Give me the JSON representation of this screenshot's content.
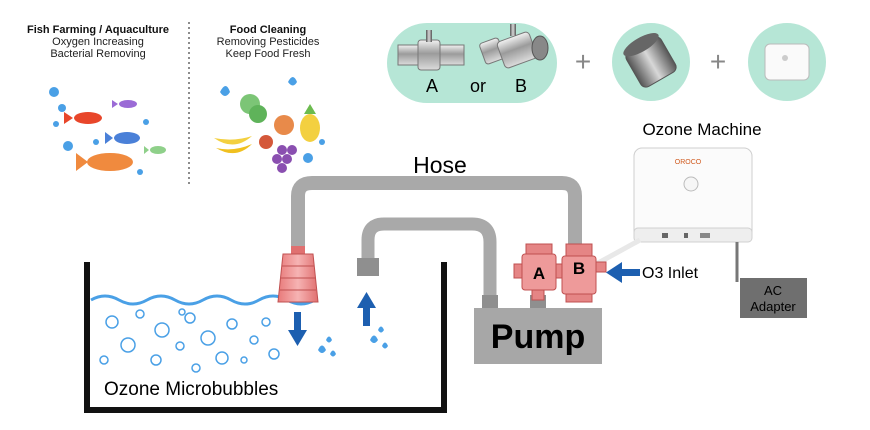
{
  "top_left": {
    "fish": {
      "title": "Fish Farming / Aquaculture",
      "lines": [
        "Oxygen Increasing",
        "Bacterial Removing"
      ]
    },
    "food": {
      "title": "Food Cleaning",
      "lines": [
        "Removing Pesticides",
        "Keep Food Fresh"
      ]
    }
  },
  "kit": {
    "option_a": "A",
    "option_or": "or",
    "option_b": "B",
    "plus": "+"
  },
  "ozone_machine": {
    "label": "Ozone Machine",
    "brand": "OROCO"
  },
  "labels": {
    "hose": "Hose",
    "pump": "Pump",
    "microbubbles": "Ozone Microbubbles",
    "o3_inlet": "O3 Inlet",
    "ac_adapter_1": "AC",
    "ac_adapter_2": "Adapter",
    "valve_a": "A",
    "valve_b": "B"
  },
  "colors": {
    "hose": "#a9a9a9",
    "pump": "#a7a7a7",
    "valve": "#e58585",
    "water": "#4aa0e6",
    "arrow": "#1d5fb0",
    "kit_bg": "#b6e6d6"
  }
}
